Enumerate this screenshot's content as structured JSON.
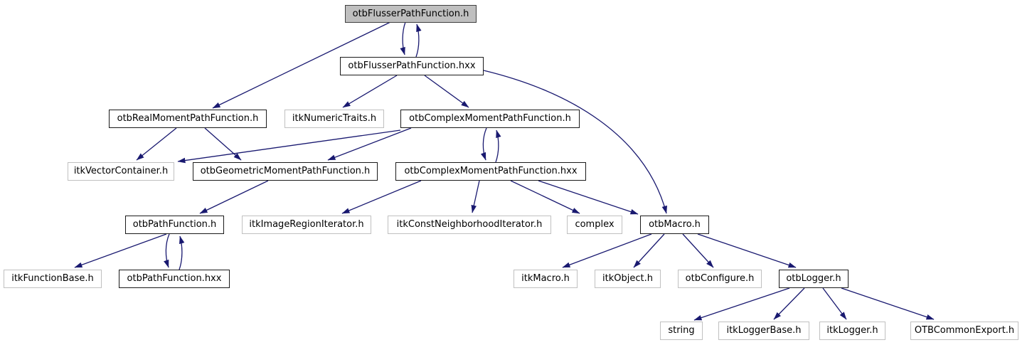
{
  "diagram": {
    "kind": "include-dependency-graph",
    "edge_color": "#191970",
    "main_node_fill": "#bfbfbf",
    "internal_border_color": "#1a1a1a",
    "external_border_color": "#c0c0c0",
    "nodes": [
      {
        "label": "otbFlusserPathFunction.h",
        "kind": "main"
      },
      {
        "label": "otbFlusserPathFunction.hxx",
        "kind": "internal"
      },
      {
        "label": "otbRealMomentPathFunction.h",
        "kind": "internal"
      },
      {
        "label": "itkNumericTraits.h",
        "kind": "external"
      },
      {
        "label": "otbComplexMomentPathFunction.h",
        "kind": "internal"
      },
      {
        "label": "itkVectorContainer.h",
        "kind": "external"
      },
      {
        "label": "otbGeometricMomentPathFunction.h",
        "kind": "internal"
      },
      {
        "label": "otbComplexMomentPathFunction.hxx",
        "kind": "internal"
      },
      {
        "label": "otbPathFunction.h",
        "kind": "internal"
      },
      {
        "label": "itkImageRegionIterator.h",
        "kind": "external"
      },
      {
        "label": "itkConstNeighborhoodIterator.h",
        "kind": "external"
      },
      {
        "label": "complex",
        "kind": "external"
      },
      {
        "label": "otbMacro.h",
        "kind": "internal"
      },
      {
        "label": "itkFunctionBase.h",
        "kind": "external"
      },
      {
        "label": "otbPathFunction.hxx",
        "kind": "internal"
      },
      {
        "label": "itkMacro.h",
        "kind": "external"
      },
      {
        "label": "itkObject.h",
        "kind": "external"
      },
      {
        "label": "otbConfigure.h",
        "kind": "external"
      },
      {
        "label": "otbLogger.h",
        "kind": "internal"
      },
      {
        "label": "string",
        "kind": "external"
      },
      {
        "label": "itkLoggerBase.h",
        "kind": "external"
      },
      {
        "label": "itkLogger.h",
        "kind": "external"
      },
      {
        "label": "OTBCommonExport.h",
        "kind": "external"
      }
    ],
    "edges": [
      {
        "from": "otbFlusserPathFunction.h",
        "to": "otbRealMomentPathFunction.h"
      },
      {
        "from": "otbFlusserPathFunction.h",
        "to": "otbFlusserPathFunction.hxx"
      },
      {
        "from": "otbFlusserPathFunction.hxx",
        "to": "otbFlusserPathFunction.h"
      },
      {
        "from": "otbFlusserPathFunction.hxx",
        "to": "itkNumericTraits.h"
      },
      {
        "from": "otbFlusserPathFunction.hxx",
        "to": "otbComplexMomentPathFunction.h"
      },
      {
        "from": "otbFlusserPathFunction.hxx",
        "to": "otbMacro.h"
      },
      {
        "from": "otbRealMomentPathFunction.h",
        "to": "itkVectorContainer.h"
      },
      {
        "from": "otbRealMomentPathFunction.h",
        "to": "otbGeometricMomentPathFunction.h"
      },
      {
        "from": "otbComplexMomentPathFunction.h",
        "to": "itkVectorContainer.h"
      },
      {
        "from": "otbComplexMomentPathFunction.h",
        "to": "otbGeometricMomentPathFunction.h"
      },
      {
        "from": "otbComplexMomentPathFunction.h",
        "to": "otbComplexMomentPathFunction.hxx"
      },
      {
        "from": "otbComplexMomentPathFunction.hxx",
        "to": "otbComplexMomentPathFunction.h"
      },
      {
        "from": "otbGeometricMomentPathFunction.h",
        "to": "otbPathFunction.h"
      },
      {
        "from": "otbComplexMomentPathFunction.hxx",
        "to": "itkImageRegionIterator.h"
      },
      {
        "from": "otbComplexMomentPathFunction.hxx",
        "to": "itkConstNeighborhoodIterator.h"
      },
      {
        "from": "otbComplexMomentPathFunction.hxx",
        "to": "complex"
      },
      {
        "from": "otbComplexMomentPathFunction.hxx",
        "to": "otbMacro.h"
      },
      {
        "from": "otbPathFunction.h",
        "to": "itkFunctionBase.h"
      },
      {
        "from": "otbPathFunction.h",
        "to": "otbPathFunction.hxx"
      },
      {
        "from": "otbPathFunction.hxx",
        "to": "otbPathFunction.h"
      },
      {
        "from": "otbMacro.h",
        "to": "itkMacro.h"
      },
      {
        "from": "otbMacro.h",
        "to": "itkObject.h"
      },
      {
        "from": "otbMacro.h",
        "to": "otbConfigure.h"
      },
      {
        "from": "otbMacro.h",
        "to": "otbLogger.h"
      },
      {
        "from": "otbLogger.h",
        "to": "string"
      },
      {
        "from": "otbLogger.h",
        "to": "itkLoggerBase.h"
      },
      {
        "from": "otbLogger.h",
        "to": "itkLogger.h"
      },
      {
        "from": "otbLogger.h",
        "to": "OTBCommonExport.h"
      }
    ]
  }
}
